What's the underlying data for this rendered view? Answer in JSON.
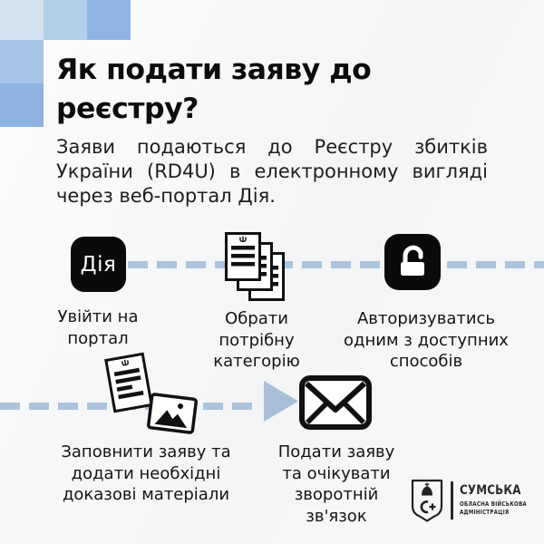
{
  "meta": {
    "background": "#f6f7f8",
    "dash_color": "#abc3dc",
    "arrow_color": "#a7bfd9",
    "icon_color": "#0a0a0a",
    "mosaic_colors": [
      "#d3e1f1",
      "#b4cfe9",
      "#8fb6e2",
      "#a6c4e6",
      "#8db2df"
    ]
  },
  "title": "Як подати заяву до реєстру?",
  "intro": {
    "line1": "Заяви подаються до Реєстру збитків",
    "line2": "України (RD4U) в електронному вигляді",
    "line3": "через веб-портал Дія."
  },
  "diia_badge": "Дія",
  "steps": {
    "s1": {
      "label": "Увійти на\nпортал"
    },
    "s2": {
      "label": "Обрати\nпотрібну\nкатегорію"
    },
    "s3": {
      "label": "Авторизуватись\nодним з доступних\nспособів"
    },
    "s4": {
      "label": "Заповнити заяву та\nдодати необхідні\nдоказові матеріали"
    },
    "s5": {
      "label": "Подати заяву\nта очікувати\nзворотній\nзв'язок"
    }
  },
  "logo": {
    "region": "СУМСЬКА",
    "line2": "ОБЛАСНА ВІЙСЬКОВА",
    "line3": "АДМІНІСТРАЦІЯ"
  }
}
